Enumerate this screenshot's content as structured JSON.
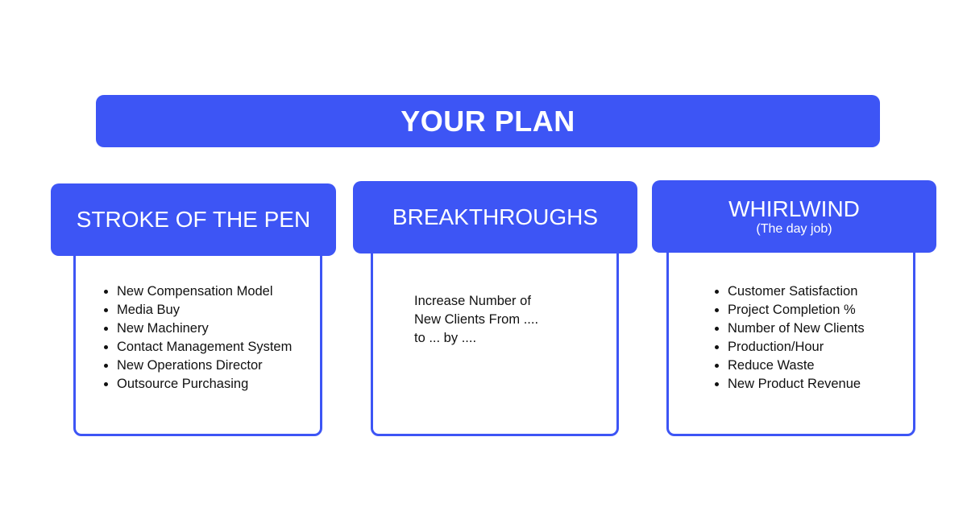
{
  "title": "YOUR PLAN",
  "columns": [
    {
      "heading": "STROKE OF THE PEN",
      "items": [
        "New Compensation Model",
        "Media Buy",
        "New Machinery",
        "Contact Management System",
        "New Operations Director",
        "Outsource Purchasing"
      ]
    },
    {
      "heading": "BREAKTHROUGHS",
      "text": "Increase Number of\nNew Clients From ....\nto ... by ...."
    },
    {
      "heading": "WHIRLWIND",
      "subheading": "(The day job)",
      "items": [
        "Customer Satisfaction",
        "Project Completion %",
        "Number of New Clients",
        "Production/Hour",
        "Reduce Waste",
        "New Product Revenue"
      ]
    }
  ],
  "colors": {
    "accent": "#3d55f5"
  }
}
